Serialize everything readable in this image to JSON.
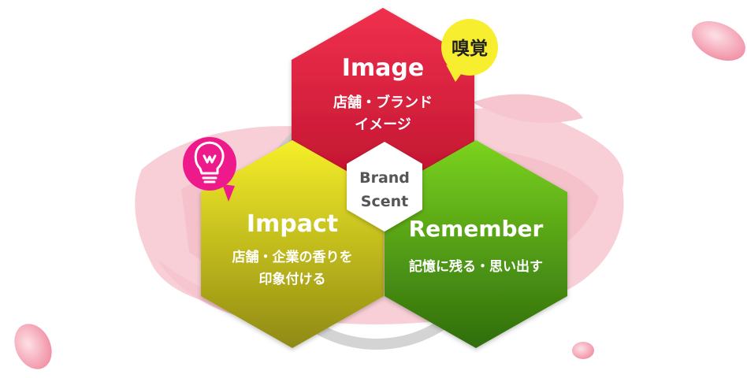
{
  "center": {
    "line1": "Brand",
    "line2": "Scent"
  },
  "image_hex": {
    "title": "Image",
    "line1": "店舗・ブランド",
    "line2": "イメージ",
    "color_top": "#f0304e",
    "color_bottom": "#b8102a"
  },
  "impact_hex": {
    "title": "Impact",
    "line1": "店舗・企業の香りを",
    "line2": "印象付ける",
    "color_top": "#f6ef2a",
    "color_bottom": "#8f8a12"
  },
  "remember_hex": {
    "title": "Remember",
    "line1": "記憶に残る・思い出す",
    "color_top": "#7bd320",
    "color_bottom": "#2f6d0c"
  },
  "smell_bubble": {
    "label": "嗅覚",
    "color": "#f8ee30"
  },
  "idea_bubble": {
    "icon": "lightbulb-icon",
    "color": "#ee1a8c"
  }
}
